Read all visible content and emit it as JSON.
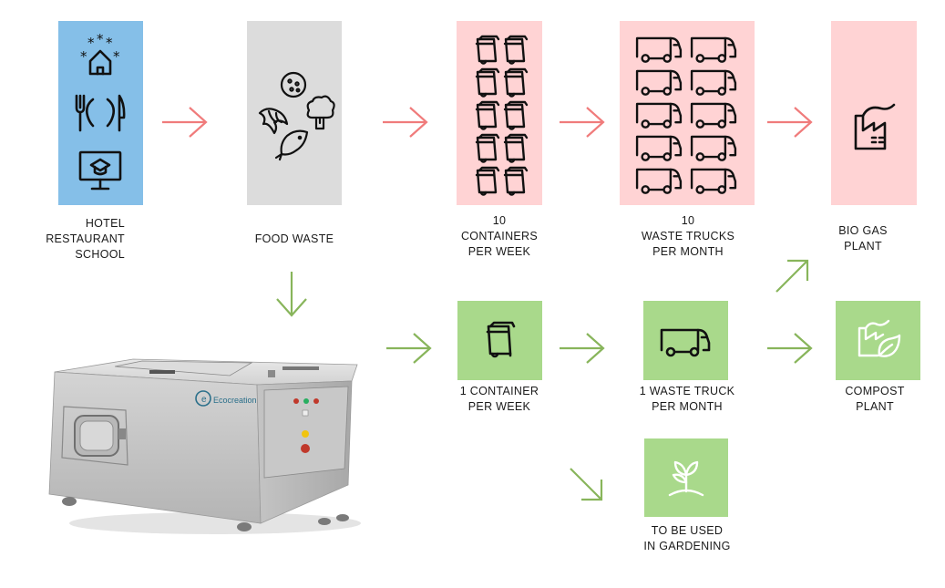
{
  "colors": {
    "blue_box": "#85bfe8",
    "grey_box": "#dcdcdc",
    "pink_box": "#ffd3d4",
    "green_box": "#a9d98b",
    "red_arrow": "#f07b7b",
    "green_arrow": "#88b55b"
  },
  "icons": {
    "source_box": [
      "hotel-icon",
      "restaurant-icon",
      "school-icon"
    ],
    "food_waste_box": [
      "cookie-icon",
      "croissant-icon",
      "broccoli-icon",
      "fish-icon"
    ],
    "containers_box": "waste-bin-icon",
    "trucks_box": "truck-icon",
    "biogas_box": "factory-icon",
    "compost_box": "compost-factory-icon",
    "gardening_box": "sprout-icon"
  },
  "labels": {
    "source": [
      "HOTEL",
      "RESTAURANT",
      "SCHOOL"
    ],
    "food_waste": [
      "FOOD WASTE"
    ],
    "containers_before": [
      "10",
      "CONTAINERS",
      "PER WEEK"
    ],
    "trucks_before": [
      "10",
      "WASTE TRUCKS",
      "PER MONTH"
    ],
    "biogas": [
      "BIO GAS",
      "PLANT"
    ],
    "container_after": [
      "1 CONTAINER",
      "PER WEEK"
    ],
    "truck_after": [
      "1 WASTE TRUCK",
      "PER MONTH"
    ],
    "compost": [
      "COMPOST",
      "PLANT"
    ],
    "gardening": [
      "TO BE USED",
      "IN GARDENING"
    ]
  },
  "machine": {
    "brand": "Ecocreation"
  }
}
